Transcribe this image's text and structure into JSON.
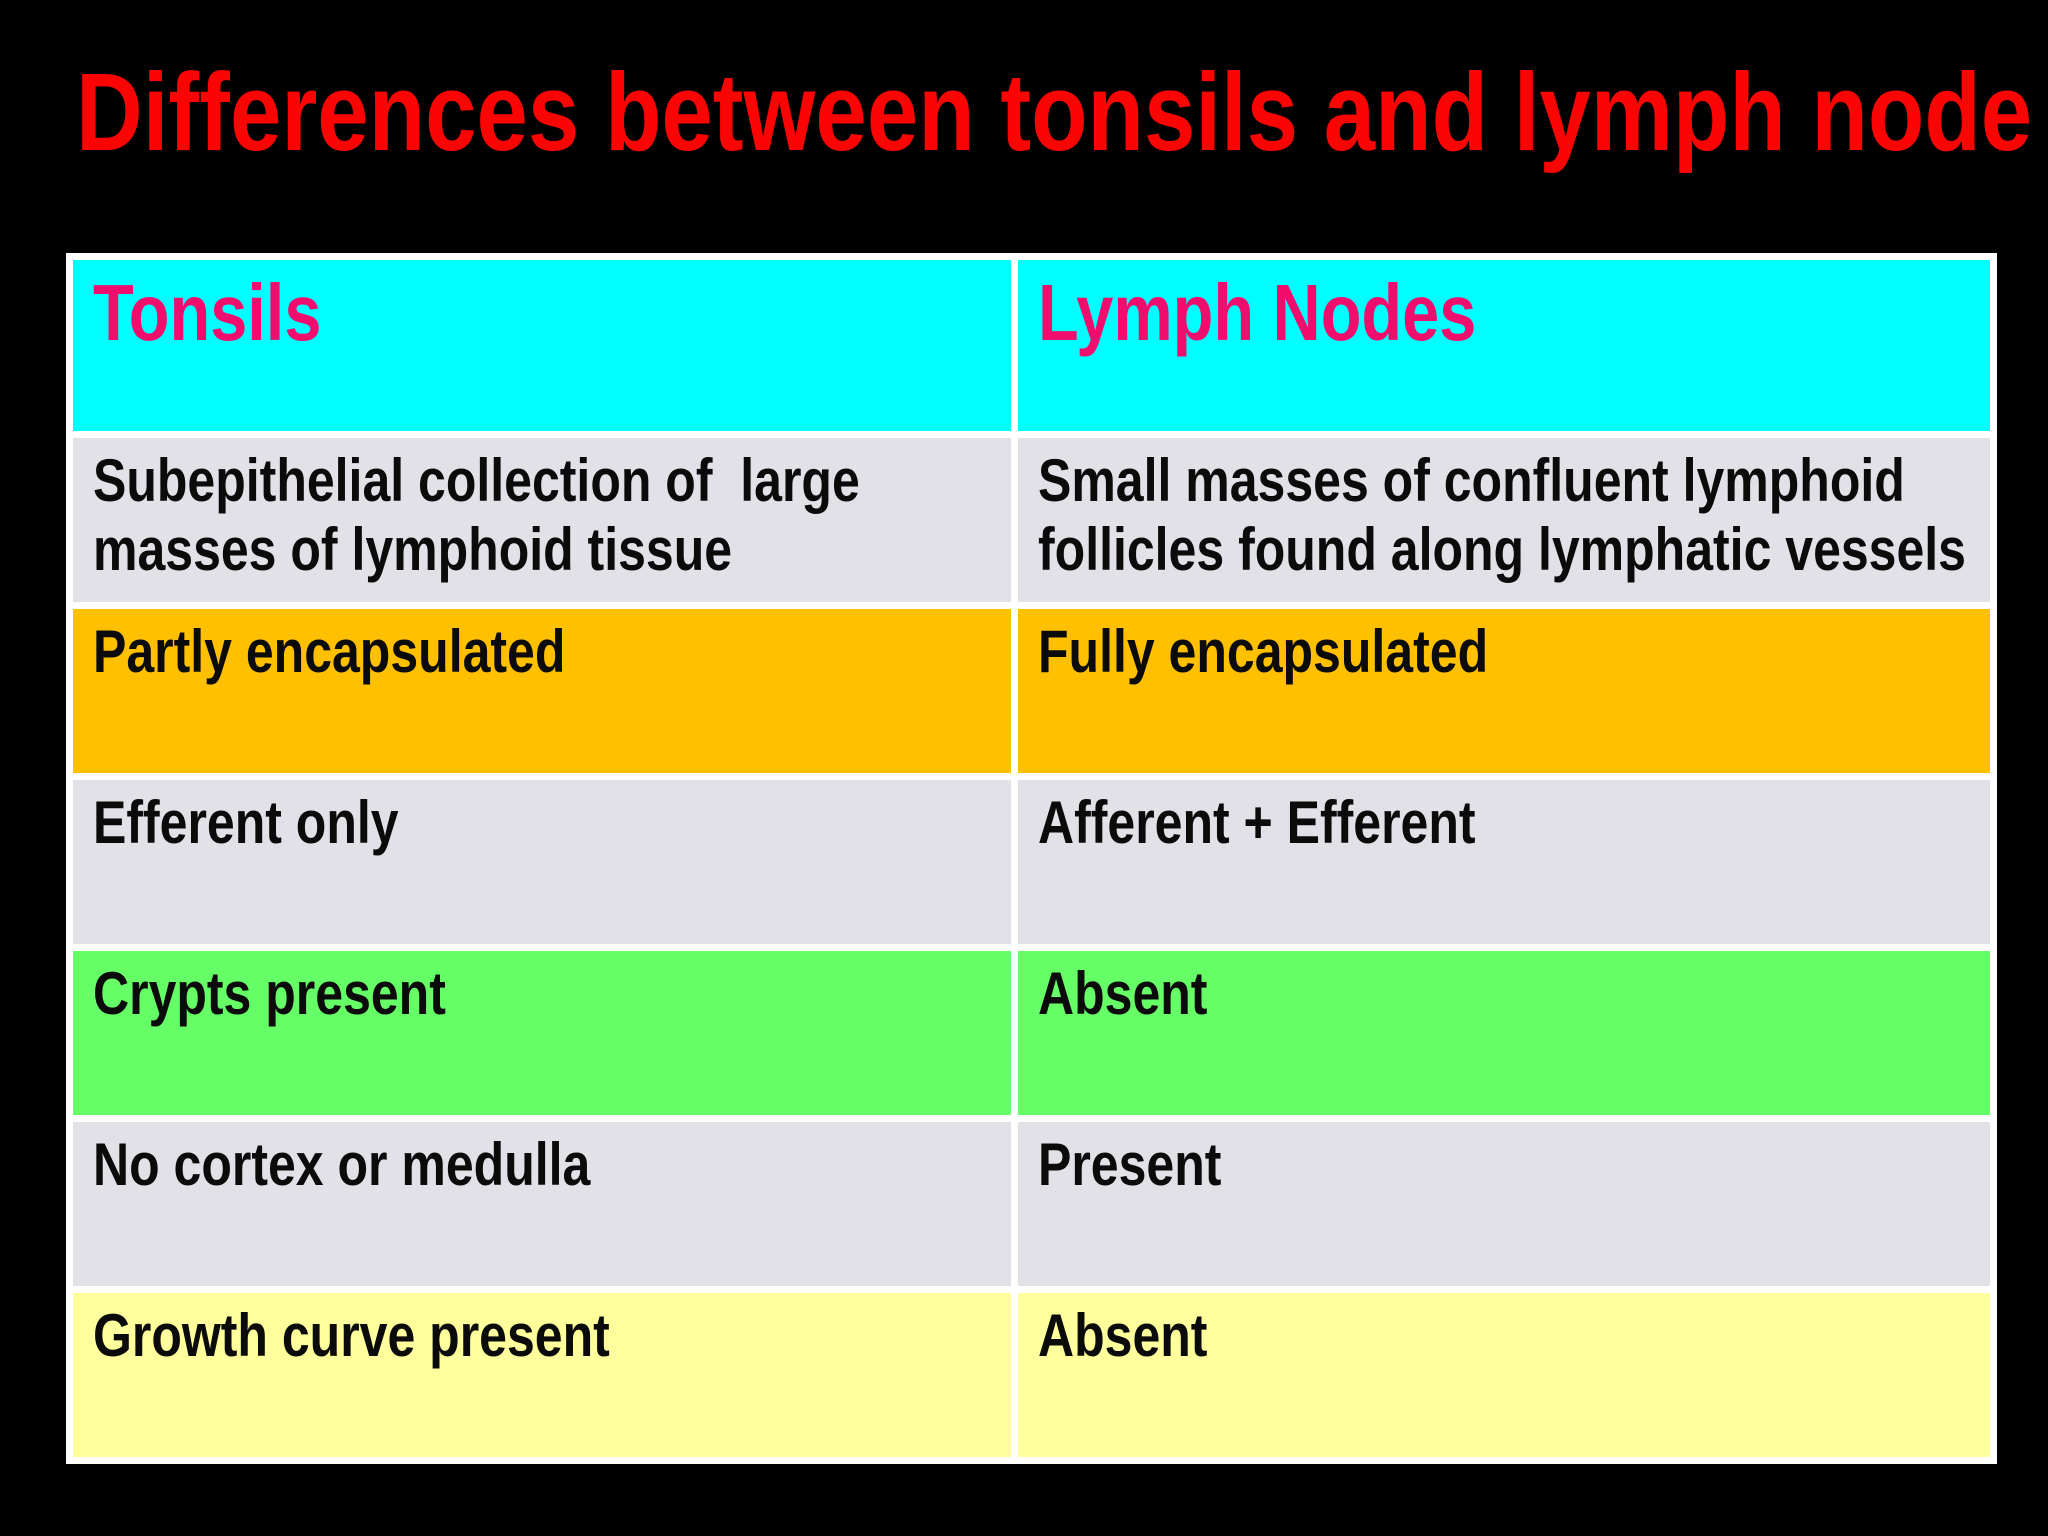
{
  "title": "Differences between tonsils and lymph node",
  "colors": {
    "slide_background": "#000000",
    "title_red": "#FA0404",
    "header_bg": "#00FEFE",
    "header_text": "#F00D6D",
    "row_gray": "#E2E1E8",
    "row_orange": "#FFC001",
    "row_green": "#66FE66",
    "row_yellow": "#FEFE9C",
    "cell_text": "#0B0B0B",
    "table_grid": "#FFFFFF"
  },
  "table": {
    "columns": [
      {
        "label": "Tonsils"
      },
      {
        "label": "Lymph Nodes"
      }
    ],
    "rows": [
      {
        "color": "#E2E1E8",
        "cells": [
          "Subepithelial collection of  large masses of lymphoid tissue",
          "Small masses of confluent lymphoid follicles found along lymphatic vessels"
        ]
      },
      {
        "color": "#FFC001",
        "cells": [
          "Partly encapsulated",
          "Fully encapsulated"
        ]
      },
      {
        "color": "#E2E1E8",
        "cells": [
          "Efferent only",
          "Afferent + Efferent"
        ]
      },
      {
        "color": "#66FE66",
        "cells": [
          "Crypts present",
          "Absent"
        ]
      },
      {
        "color": "#E2E1E8",
        "cells": [
          "No cortex or medulla",
          "Present"
        ]
      },
      {
        "color": "#FEFE9C",
        "cells": [
          "Growth curve present",
          "Absent"
        ]
      }
    ]
  }
}
